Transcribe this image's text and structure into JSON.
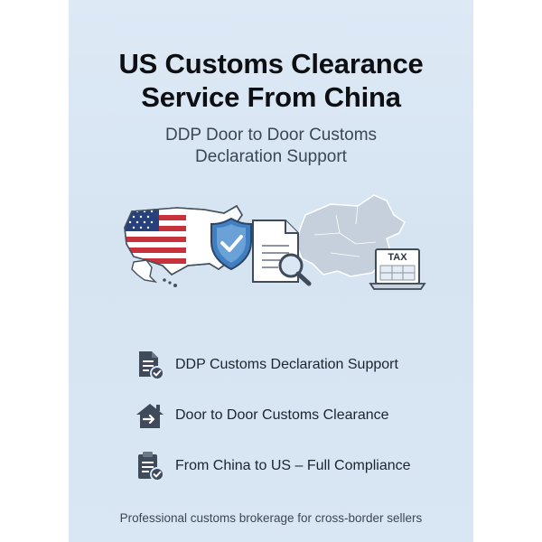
{
  "page": {
    "title_lines": [
      "US Customs Clearance",
      "Service From China"
    ],
    "subtitle_lines": [
      "DDP Door to Door Customs",
      "Declaration Support"
    ],
    "hero": {
      "tax_sign": "TAX",
      "icons": [
        "us-flag-map-icon",
        "shield-check-icon",
        "document-magnifier-icon",
        "china-map-icon",
        "tax-laptop-icon"
      ]
    },
    "features": [
      {
        "icon": "document-check-icon",
        "label": "DDP Customs Declaration Support"
      },
      {
        "icon": "house-arrow-icon",
        "label": "Door to Door Customs Clearance"
      },
      {
        "icon": "clipboard-check-icon",
        "label": "From China to US – Full Compliance"
      }
    ],
    "footer": "Professional customs brokerage for cross-border sellers"
  },
  "colors": {
    "background": "#d9e6f3",
    "title": "#0d0f12",
    "subtitle": "#3b4757",
    "icon_dark": "#3f4a5a",
    "accent_blue": "#3f7fc2",
    "flag_red": "#c8323c",
    "flag_blue": "#27407e"
  }
}
